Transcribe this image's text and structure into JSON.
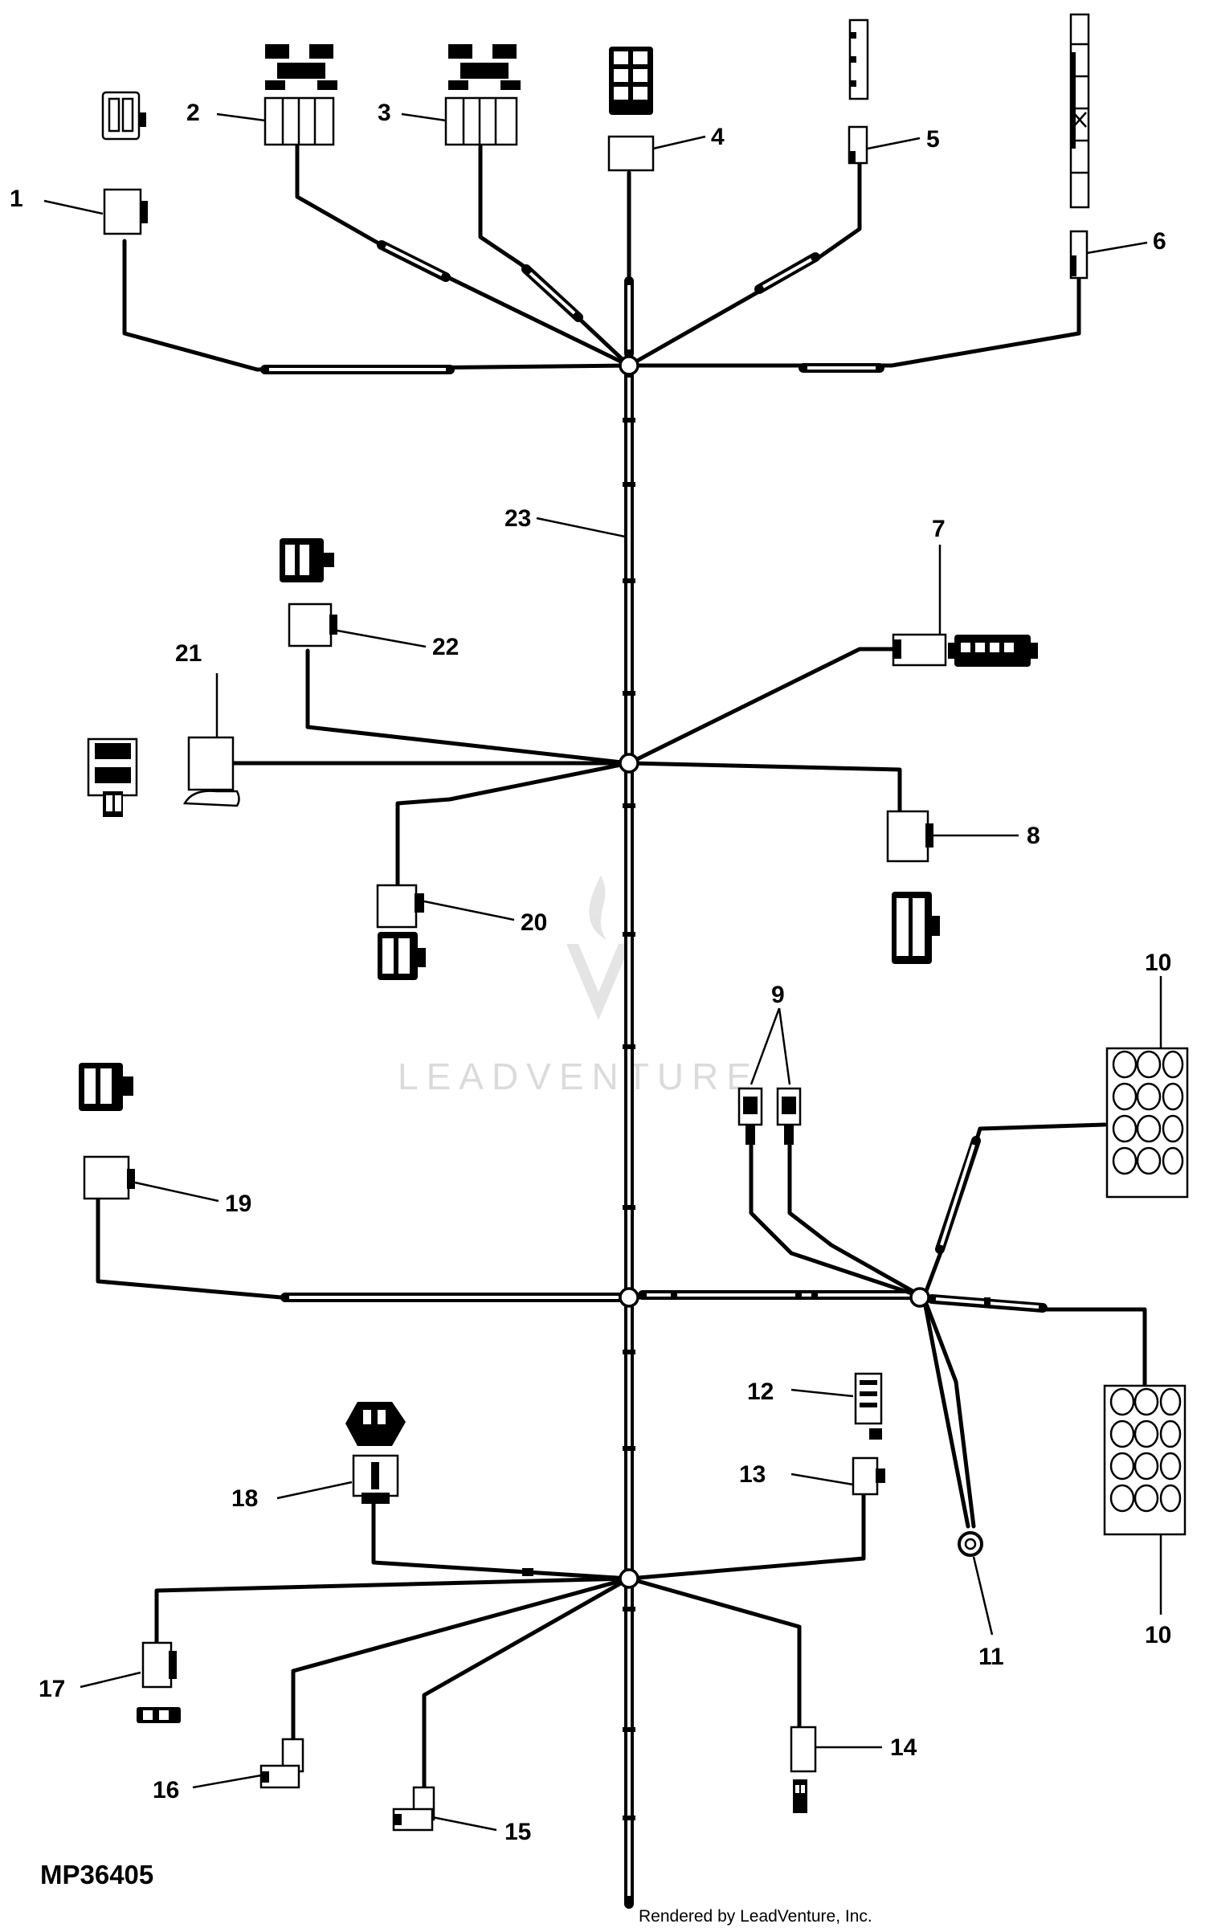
{
  "figure_id": "MP36405",
  "credit": "Rendered by LeadVenture, Inc.",
  "watermark": "LEADVENTURE",
  "callouts": {
    "c1": "1",
    "c2": "2",
    "c3": "3",
    "c4": "4",
    "c5": "5",
    "c6": "6",
    "c7": "7",
    "c8": "8",
    "c9": "9",
    "c10a": "10",
    "c10b": "10",
    "c11": "11",
    "c12": "12",
    "c13": "13",
    "c14": "14",
    "c15": "15",
    "c16": "16",
    "c17": "17",
    "c18": "18",
    "c19": "19",
    "c20": "20",
    "c21": "21",
    "c22": "22",
    "c23": "23"
  },
  "colors": {
    "line": "#000000",
    "background": "#ffffff",
    "watermark": "#d8d8d8"
  }
}
